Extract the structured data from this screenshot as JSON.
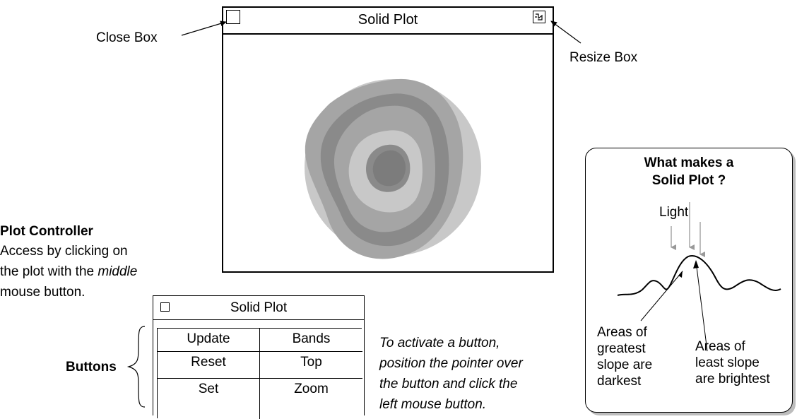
{
  "main_window": {
    "title": "Solid Plot"
  },
  "callouts": {
    "close_box": "Close Box",
    "resize_box": "Resize Box"
  },
  "plot_controller": {
    "heading": "Plot Controller",
    "desc_line1": "Access by clicking on",
    "desc_line2_pre": "the plot with the ",
    "desc_line2_em": "middle",
    "desc_line3": "mouse button."
  },
  "controller_window": {
    "title": "Solid Plot",
    "buttons": [
      "Update",
      "Bands",
      "Reset",
      "Top",
      "Set",
      "Zoom"
    ]
  },
  "buttons_label": "Buttons",
  "instruction": {
    "line1": "To activate a button,",
    "line2": "position the pointer over",
    "line3": "the button and click the",
    "line4": "left mouse button."
  },
  "info_panel": {
    "title_line1": "What makes a",
    "title_line2": "Solid Plot ?",
    "light": "Light",
    "darkest_line1": "Areas of",
    "darkest_line2": "greatest",
    "darkest_line3": "slope are",
    "darkest_line4": "darkest",
    "brightest_line1": "Areas of",
    "brightest_line2": "least  slope",
    "brightest_line3": "are brightest"
  },
  "colors": {
    "band_light": "#c8c8c8",
    "band_mid": "#a5a5a5",
    "band_dark": "#8a8a8a",
    "band_center": "#7c7c7c",
    "panel_shadow": "#bdbdbd"
  },
  "icons": [
    "close-box-icon",
    "resize-box-icon"
  ]
}
